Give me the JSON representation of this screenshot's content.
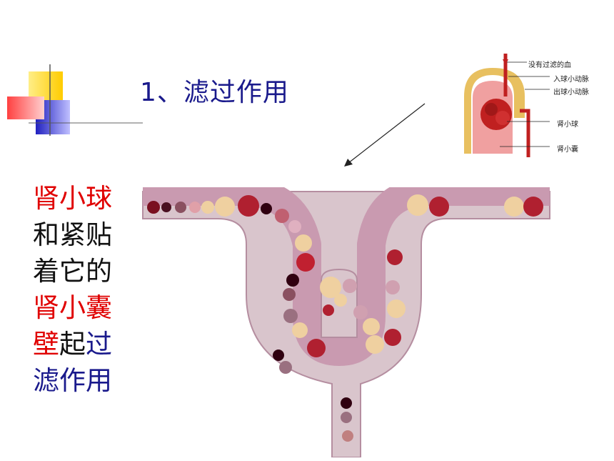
{
  "slide": {
    "title": "1、滤过作用",
    "side_lines": [
      [
        {
          "text": "肾小球",
          "color": "red"
        }
      ],
      [
        {
          "text": "和紧贴",
          "color": "black"
        }
      ],
      [
        {
          "text": "着它的",
          "color": "black"
        }
      ],
      [
        {
          "text": "肾小囊",
          "color": "red"
        }
      ],
      [
        {
          "text": "壁",
          "color": "red"
        },
        {
          "text": "起",
          "color": "black"
        },
        {
          "text": "过",
          "color": "blue"
        }
      ],
      [
        {
          "text": "滤作用",
          "color": "blue"
        }
      ]
    ]
  },
  "inset": {
    "labels": [
      "没有过滤的血",
      "入球小动脉",
      "出球小动脉",
      "肾小球",
      "肾小囊"
    ]
  },
  "colors": {
    "accent_red": "#e00000",
    "title_blue": "#1a1a8c",
    "capsule_fill": "#d9b4c3",
    "capsule_edge": "#b58ea0"
  }
}
